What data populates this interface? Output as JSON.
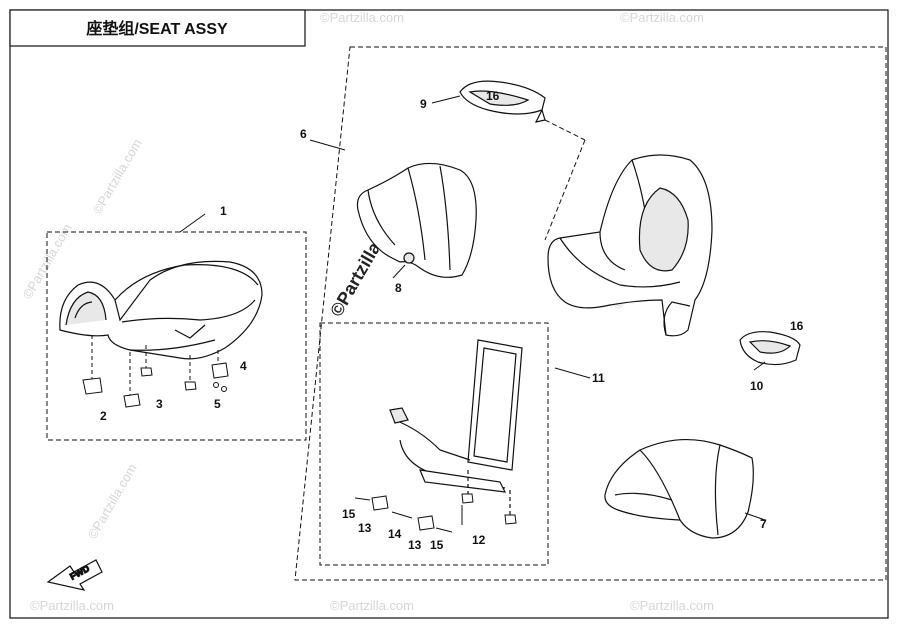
{
  "title": "座垫组/SEAT ASSY",
  "fwd_label": "FWD",
  "watermark": "Partzilla.com",
  "watermark_symbol": "©",
  "callouts": {
    "c1": "1",
    "c2": "2",
    "c3": "3",
    "c4": "4",
    "c5": "5",
    "c6": "6",
    "c7": "7",
    "c8": "8",
    "c9": "9",
    "c10": "10",
    "c11": "11",
    "c12": "12",
    "c13a": "13",
    "c13b": "13",
    "c14": "14",
    "c15a": "15",
    "c15b": "15",
    "c16a": "16",
    "c16b": "16"
  },
  "colors": {
    "line": "#111111",
    "fill": "#ffffff",
    "shade": "#e8e8e8",
    "watermark": "#d6d6d6"
  }
}
